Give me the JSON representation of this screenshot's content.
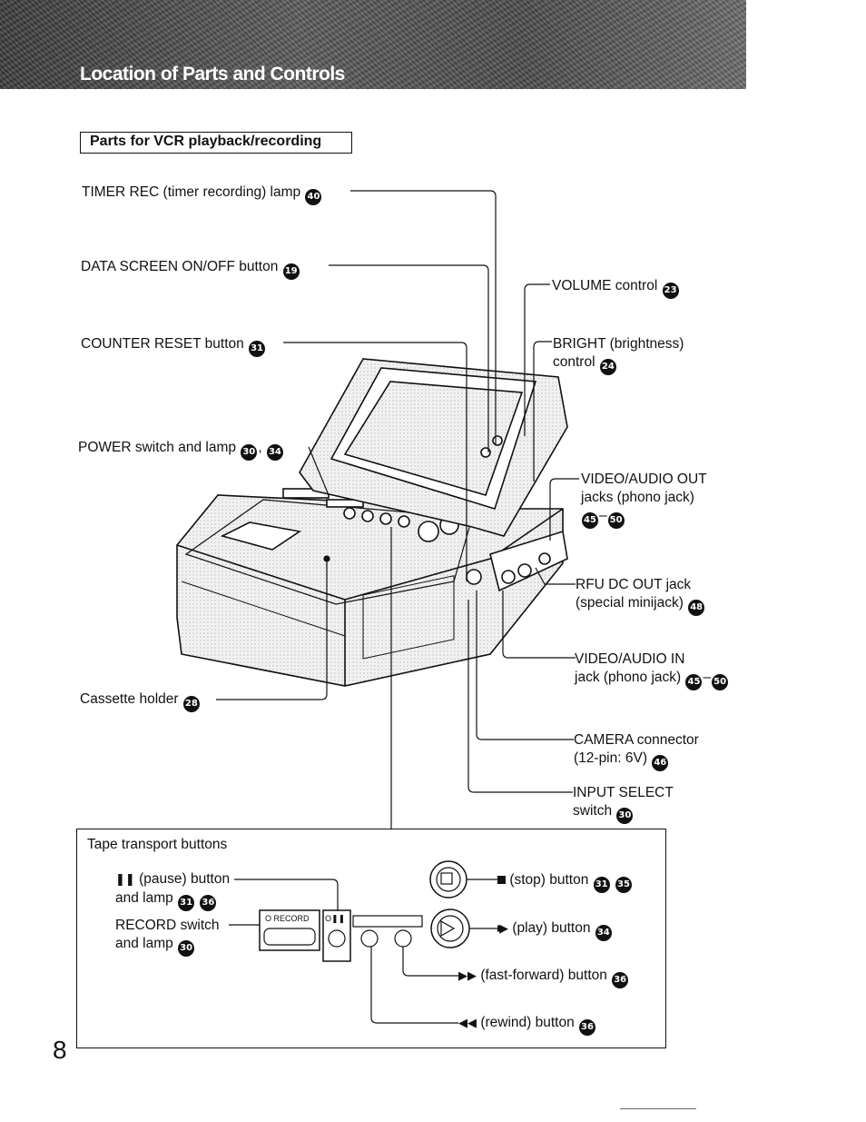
{
  "header": {
    "title": "Location of Parts and Controls"
  },
  "section": {
    "title": "Parts for VCR playback/recording"
  },
  "labels": {
    "timer_rec": {
      "text": "TIMER REC (timer recording) lamp",
      "num": "40"
    },
    "data_screen": {
      "text": "DATA SCREEN ON/OFF button",
      "num": "19"
    },
    "counter_reset": {
      "text": "COUNTER RESET button",
      "num": "31"
    },
    "power": {
      "text": "POWER switch and lamp",
      "num1": "30",
      "num2": "34"
    },
    "cassette": {
      "text": "Cassette holder",
      "num": "28"
    },
    "volume": {
      "text": "VOLUME control",
      "num": "23"
    },
    "bright": {
      "line1": "BRIGHT (brightness)",
      "line2": "control",
      "num": "24"
    },
    "video_out": {
      "line1": "VIDEO/AUDIO OUT",
      "line2": "jacks (phono jack)",
      "num1": "45",
      "num2": "50"
    },
    "rfu": {
      "line1": "RFU DC OUT jack",
      "line2": "(special minijack)",
      "num": "48"
    },
    "video_in": {
      "line1": "VIDEO/AUDIO IN",
      "line2": "jack (phono jack)",
      "num1": "45",
      "num2": "50"
    },
    "camera": {
      "line1": "CAMERA connector",
      "line2": "(12-pin: 6V)",
      "num": "46"
    },
    "input_select": {
      "line1": "INPUT SELECT",
      "line2": "switch",
      "num": "30"
    }
  },
  "tape": {
    "title": "Tape transport buttons",
    "pause": {
      "glyph": "❚❚",
      "line1": "(pause) button",
      "line2": "and lamp",
      "num1": "31",
      "num2": "36"
    },
    "record": {
      "line1": "RECORD switch",
      "line2": "and lamp",
      "num": "30"
    },
    "stop": {
      "text": "(stop) button",
      "num1": "31",
      "num2": "35"
    },
    "play": {
      "glyph": "▶",
      "text": "(play) button",
      "num": "34"
    },
    "ff": {
      "glyph": "▶▶",
      "text": "(fast-forward) button",
      "num": "36"
    },
    "rew": {
      "glyph": "◀◀",
      "text": "(rewind) button",
      "num": "36"
    },
    "panel_record_label": "O RECORD",
    "panel_pause_label": "O❚❚"
  },
  "page_number": "8"
}
